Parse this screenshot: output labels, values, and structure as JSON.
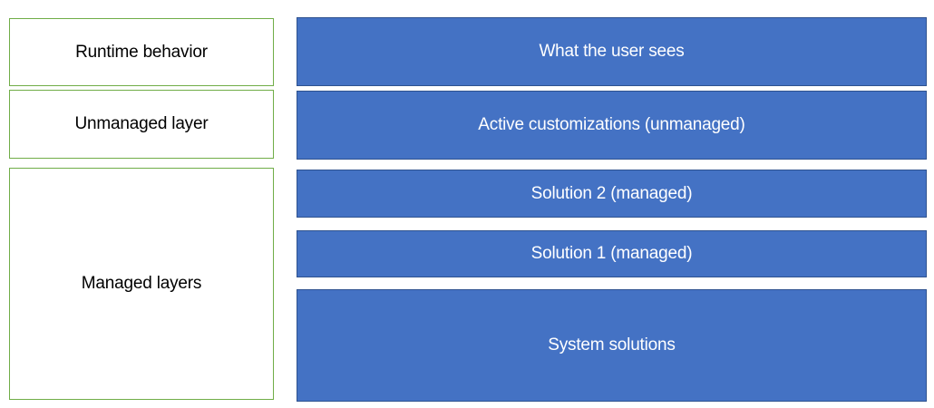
{
  "colors": {
    "left_box_fill": "#FFFFFF",
    "left_box_border": "#70AD47",
    "left_text": "#000000",
    "right_box_fill": "#4472C4",
    "right_box_border": "#2F528F",
    "right_text": "#FFFFFF",
    "background": "#FFFFFF"
  },
  "left_column": {
    "items": [
      {
        "label": "Runtime behavior"
      },
      {
        "label": "Unmanaged layer"
      },
      {
        "label": "Managed layers"
      }
    ]
  },
  "right_column": {
    "items": [
      {
        "label": "What the user sees"
      },
      {
        "label": "Active customizations (unmanaged)"
      },
      {
        "label": "Solution 2 (managed)"
      },
      {
        "label": "Solution 1 (managed)"
      },
      {
        "label": "System solutions"
      }
    ]
  }
}
